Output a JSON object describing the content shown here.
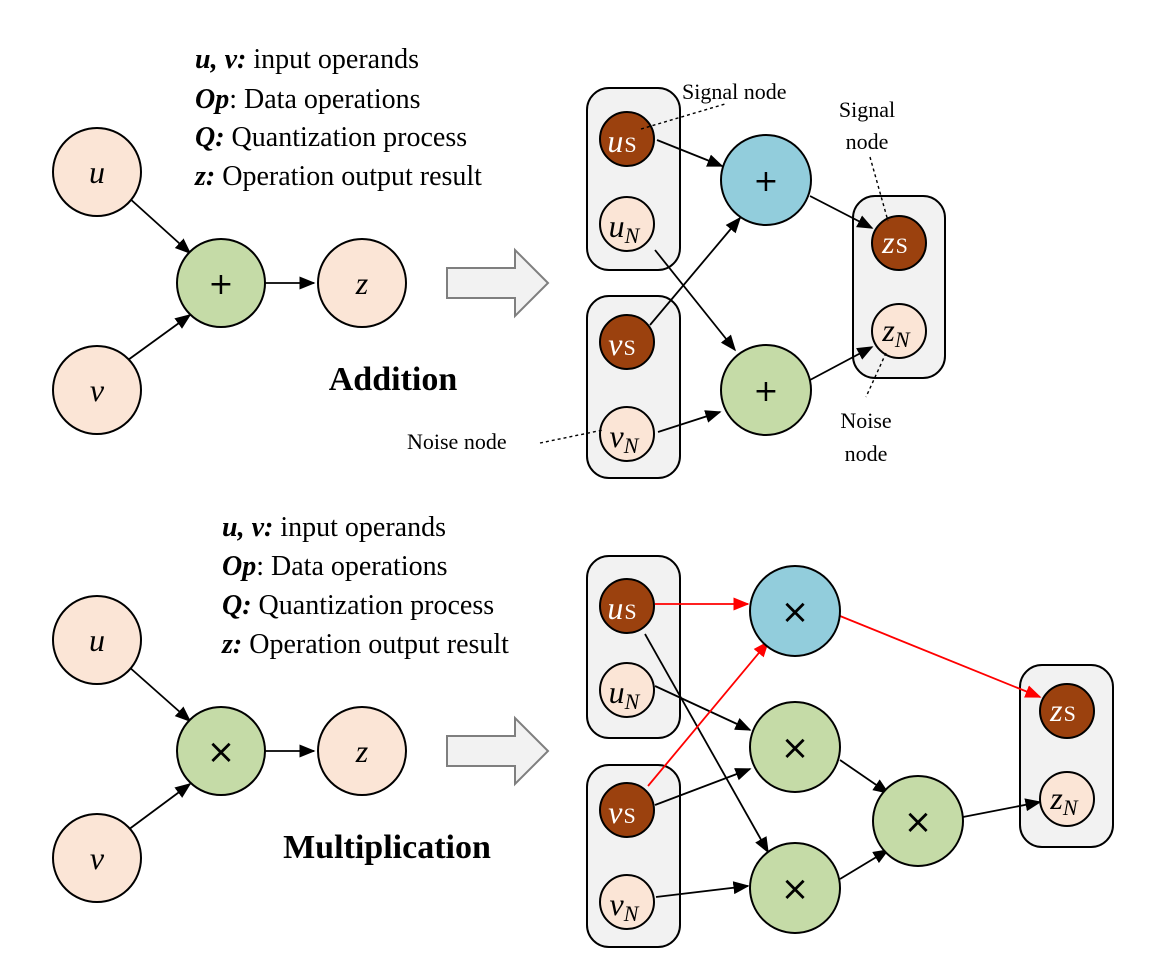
{
  "legend": {
    "items": [
      {
        "key": "u, v:",
        "text": " input operands"
      },
      {
        "key": "Op",
        "text": ": Data operations"
      },
      {
        "key": "Q:",
        "text": " Quantization process"
      },
      {
        "key": "z:",
        "text": " Operation output result"
      }
    ]
  },
  "titles": {
    "addition": "Addition",
    "multiplication": "Multiplication"
  },
  "annotations": {
    "signal_node_left": "Signal node",
    "signal_node_right_line1": "Signal",
    "signal_node_right_line2": "node",
    "noise_node_left": "Noise node",
    "noise_node_right_line1": "Noise",
    "noise_node_right_line2": "node"
  },
  "symbols": {
    "u": "u",
    "v": "v",
    "z": "z",
    "sub_s": "S",
    "sub_n": "N",
    "plus": "+",
    "times": "×"
  },
  "colors": {
    "light_node": "#fbe5d6",
    "green_node": "#c5dba7",
    "blue_node": "#92cddc",
    "signal_node": "#9b410e",
    "group_box": "#f2f2f2",
    "signal_path": "#ff0000"
  }
}
